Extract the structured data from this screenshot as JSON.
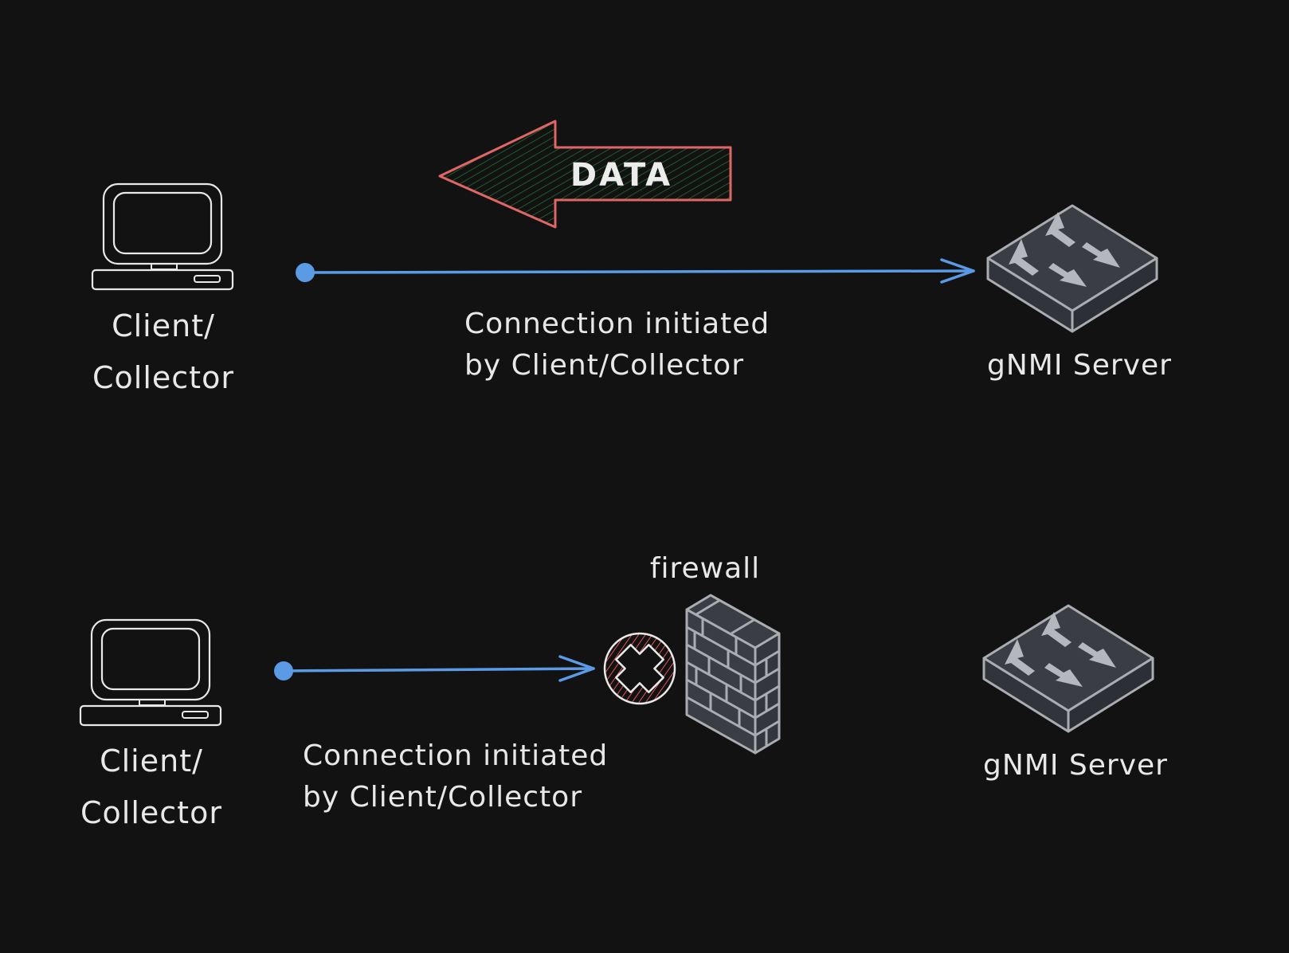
{
  "colors": {
    "background": "#121212",
    "connection_line": "#5b9be6",
    "data_arrow_stroke": "#e06666",
    "data_arrow_hatch": "#1f6f2e",
    "blocked_hatch": "#e05555",
    "device_fill": "#3a3d44",
    "device_stroke": "#a9acb1",
    "sketch_stroke": "#e8e8e8"
  },
  "scenario_top": {
    "client_label_line1": "Client/",
    "client_label_line2": "Collector",
    "data_arrow_label": "DATA",
    "connection_label_line1": "Connection initiated",
    "connection_label_line2": "by Client/Collector",
    "server_label": "gNMI Server",
    "connection_status": "allowed"
  },
  "scenario_bottom": {
    "client_label_line1": "Client/",
    "client_label_line2": "Collector",
    "connection_label_line1": "Connection initiated",
    "connection_label_line2": "by Client/Collector",
    "firewall_label": "firewall",
    "server_label": "gNMI Server",
    "connection_status": "blocked"
  },
  "icons": {
    "client": "computer-icon",
    "server": "network-switch-icon",
    "firewall": "brick-wall-icon",
    "blocked": "x-circle-icon"
  }
}
